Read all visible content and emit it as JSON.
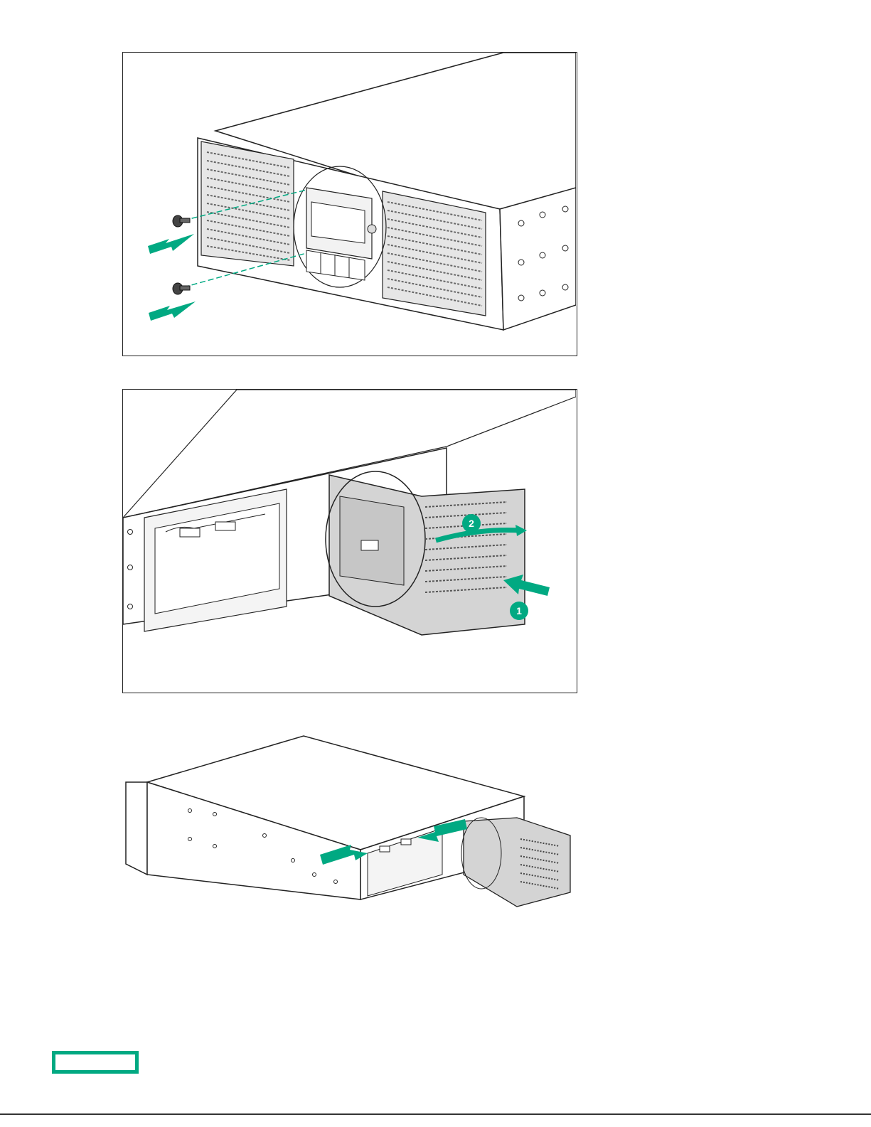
{
  "figures": [
    {
      "caption": "",
      "callouts": []
    },
    {
      "caption": "",
      "callouts": [
        {
          "label": "1"
        },
        {
          "label": "2"
        }
      ]
    },
    {
      "caption": "",
      "callouts": []
    }
  ],
  "colors": {
    "accent": "#01a982",
    "line": "#222222",
    "panel_fill": "#c9c9c9",
    "chassis_fill": "#ffffff"
  },
  "logo": {
    "icon": "hpe-element-logo"
  }
}
